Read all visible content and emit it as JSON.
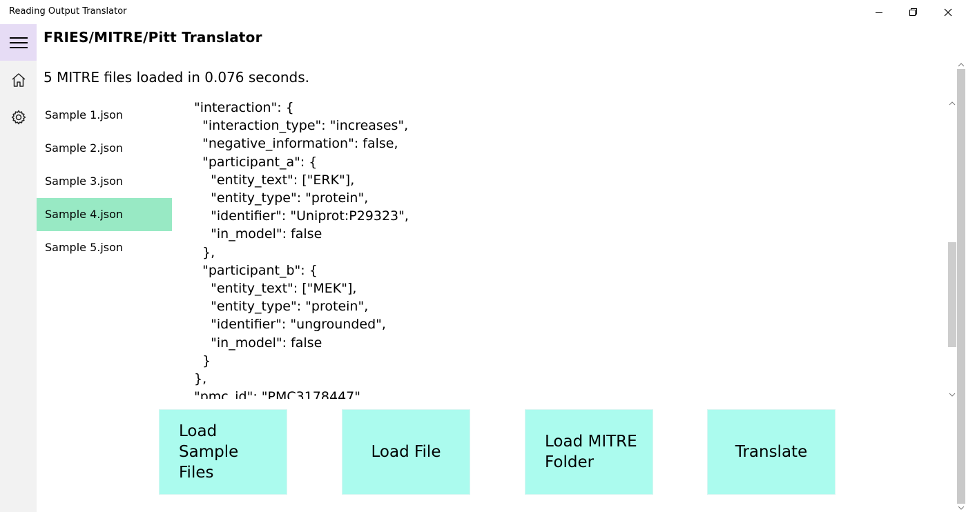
{
  "window": {
    "title": "Reading Output Translator"
  },
  "nav": {
    "items": [
      "hamburger-menu",
      "home",
      "settings"
    ]
  },
  "page": {
    "title": "FRIES/MITRE/Pitt Translator",
    "status": "5 MITRE files loaded in 0.076 seconds."
  },
  "files": {
    "items": [
      {
        "label": "Sample 1.json",
        "selected": false
      },
      {
        "label": "Sample 2.json",
        "selected": false
      },
      {
        "label": "Sample 3.json",
        "selected": false
      },
      {
        "label": "Sample 4.json",
        "selected": true
      },
      {
        "label": "Sample 5.json",
        "selected": false
      }
    ]
  },
  "json_view": {
    "content": "\"interaction\": {\n  \"interaction_type\": \"increases\",\n  \"negative_information\": false,\n  \"participant_a\": {\n    \"entity_text\": [\"ERK\"],\n    \"entity_type\": \"protein\",\n    \"identifier\": \"Uniprot:P29323\",\n    \"in_model\": false\n  },\n  \"participant_b\": {\n    \"entity_text\": [\"MEK\"],\n    \"entity_type\": \"protein\",\n    \"identifier\": \"ungrounded\",\n    \"in_model\": false\n  }\n},\n\"pmc_id\": \"PMC3178447\""
  },
  "actions": {
    "load_samples": "Load Sample Files",
    "load_file": "Load File",
    "load_folder": "Load MITRE Folder",
    "translate": "Translate"
  },
  "colors": {
    "selected_item": "#98e9c4",
    "action_button": "#abfbee",
    "hamburger_bg": "#e6dcf5",
    "nav_bg": "#f2f2f2"
  }
}
